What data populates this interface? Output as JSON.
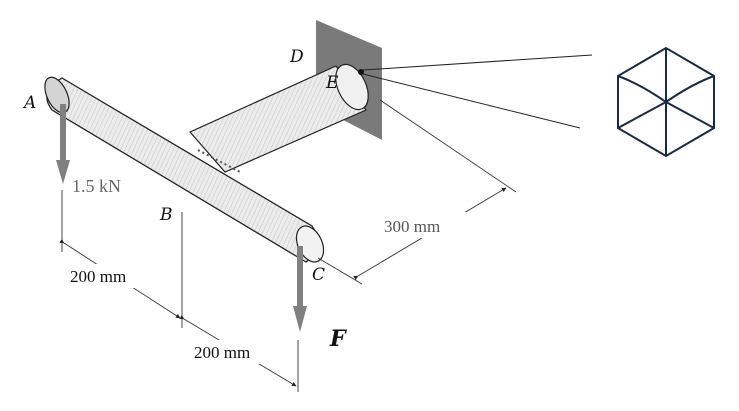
{
  "points": {
    "A": "A",
    "B": "B",
    "C": "C",
    "D": "D",
    "E": "E"
  },
  "loads": {
    "force_a": "1.5 kN",
    "force_c": "F"
  },
  "dimensions": {
    "ab": "200 mm",
    "bc": "200 mm",
    "be": "300 mm"
  },
  "colors": {
    "wall": "#7a7a7a",
    "arrow": "#808080",
    "rod_fill": "#e6e6e6",
    "inset_stroke": "#1a2a40"
  }
}
